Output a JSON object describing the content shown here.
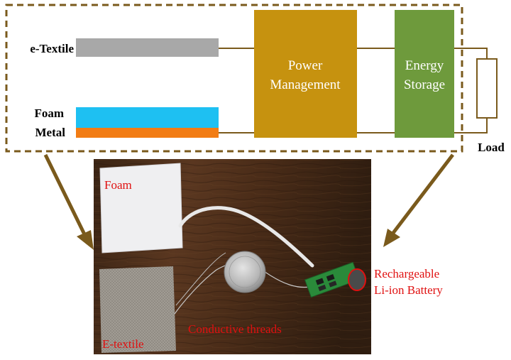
{
  "diagram": {
    "labels": {
      "etextile": "e-Textile",
      "foam": "Foam",
      "metal": "Metal",
      "power_line1": "Power",
      "power_line2": "Management",
      "energy_line1": "Energy",
      "energy_line2": "Storage",
      "load": "Load"
    }
  },
  "photo": {
    "labels": {
      "foam": "Foam",
      "etextile": "E-textile",
      "threads": "Conductive threads",
      "battery_line1": "Rechargeable",
      "battery_line2": "Li-ion Battery"
    }
  },
  "colors": {
    "dashed_frame": "#7a5a1c",
    "etextile_strip": "#a8a8a8",
    "foam_layer": "#1ec0f2",
    "metal_layer": "#f27c14",
    "power_block": "#c6920f",
    "energy_block": "#6e9a3c",
    "arrow": "#7a5a1c",
    "photo_label": "#e01010"
  }
}
